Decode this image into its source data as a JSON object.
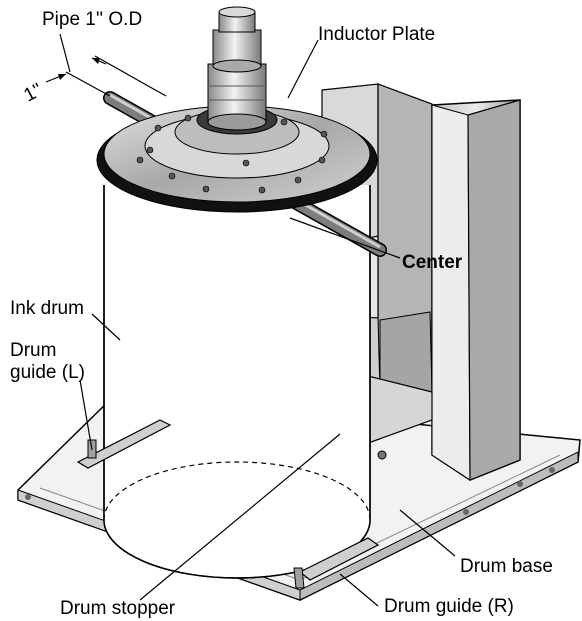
{
  "labels": {
    "pipe": "Pipe 1'' O.D",
    "dimension": "1''",
    "inductor_plate": "Inductor Plate",
    "center": "Center",
    "ink_drum": "Ink drum",
    "drum_guide_l_line1": "Drum",
    "drum_guide_l_line2": "guide (L)",
    "drum_base": "Drum base",
    "drum_stopper": "Drum stopper",
    "drum_guide_r": "Drum guide (R)"
  }
}
